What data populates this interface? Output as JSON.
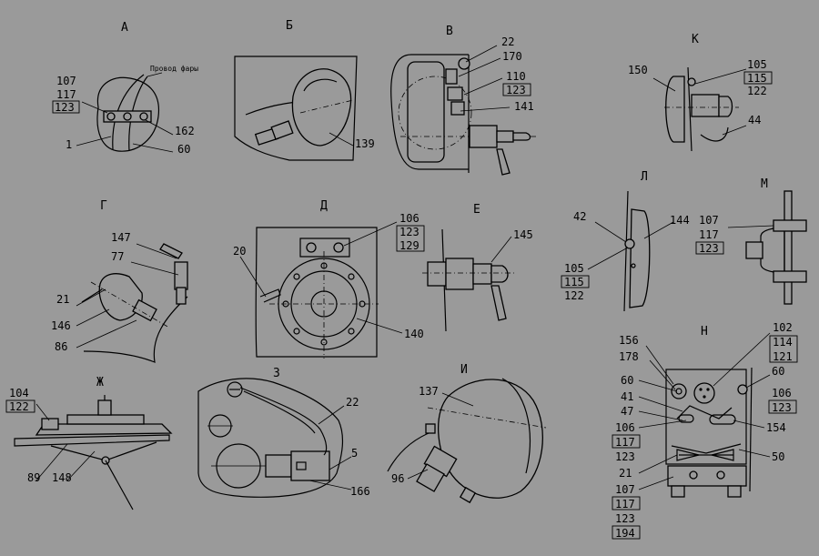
{
  "views": {
    "A": {
      "letter": "А",
      "note": "Провод фары",
      "labels": [
        "107",
        "117",
        "123",
        "1",
        "162",
        "60"
      ]
    },
    "B": {
      "letter": "Б",
      "labels": [
        "139"
      ]
    },
    "V": {
      "letter": "В",
      "labels": [
        "22",
        "170",
        "110",
        "123",
        "141"
      ]
    },
    "K": {
      "letter": "К",
      "labels": [
        "150",
        "105",
        "115",
        "122",
        "44"
      ]
    },
    "G": {
      "letter": "Г",
      "labels": [
        "147",
        "77",
        "21",
        "146",
        "86"
      ]
    },
    "D": {
      "letter": "Д",
      "labels": [
        "20",
        "106",
        "123",
        "129",
        "140"
      ]
    },
    "E": {
      "letter": "Е",
      "labels": [
        "145"
      ]
    },
    "L": {
      "letter": "Л",
      "labels": [
        "42",
        "144",
        "105",
        "115",
        "122"
      ]
    },
    "M": {
      "letter": "М",
      "labels": [
        "107",
        "117",
        "123"
      ]
    },
    "Zh": {
      "letter": "Ж",
      "labels": [
        "104",
        "122",
        "89",
        "148"
      ]
    },
    "Z": {
      "letter": "З",
      "labels": [
        "22",
        "5",
        "166"
      ]
    },
    "I": {
      "letter": "И",
      "labels": [
        "137",
        "96"
      ]
    },
    "N": {
      "letter": "Н",
      "labels": [
        "156",
        "178",
        "102",
        "114",
        "121",
        "60",
        "60",
        "41",
        "47",
        "106",
        "123",
        "106",
        "117",
        "123",
        "154",
        "21",
        "50",
        "107",
        "117",
        "123",
        "194"
      ]
    }
  }
}
